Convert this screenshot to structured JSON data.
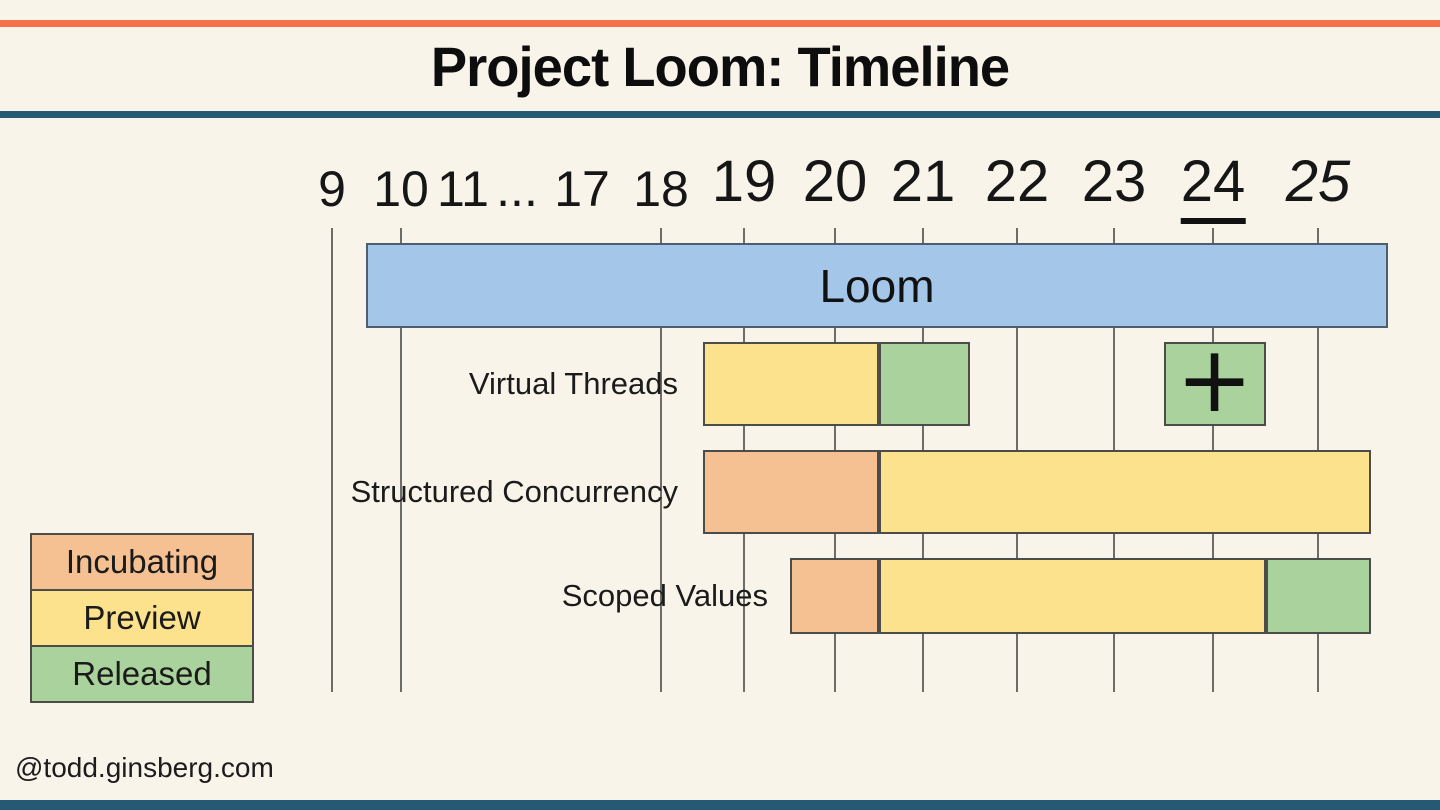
{
  "page": {
    "title": "Project Loom: Timeline",
    "footer": "@todd.ginsberg.com"
  },
  "colors": {
    "background": "#f8f4ea",
    "accent_coral": "#f4714c",
    "accent_navy": "#265a74",
    "project_blue": "#a4c7e9",
    "project_blue_border": "#4e5e6e",
    "incubating": "#f5c192",
    "preview": "#fce28d",
    "released": "#a9d29c",
    "segment_border": "#4c4c48",
    "gridline": "#6d6d68",
    "text": "#161616"
  },
  "legend": {
    "items": [
      {
        "label": "Incubating",
        "status": "incubating"
      },
      {
        "label": "Preview",
        "status": "preview"
      },
      {
        "label": "Released",
        "status": "released"
      }
    ]
  },
  "chart_data": {
    "type": "bar",
    "subtype": "gantt-timeline",
    "title": "Project Loom: Timeline",
    "x_axis": {
      "unit": "JDK version",
      "labels": [
        "9",
        "10",
        "11",
        "...",
        "17",
        "18",
        "19",
        "20",
        "21",
        "22",
        "23",
        "24",
        "25"
      ],
      "underlined_label": "24",
      "italic_label": "25"
    },
    "project_bar": {
      "label": "Loom",
      "from": "10",
      "to": "25+"
    },
    "rows": [
      {
        "label": "Virtual Threads",
        "segments": [
          {
            "status": "preview",
            "from": "19",
            "to": "20"
          },
          {
            "status": "released",
            "from": "21",
            "to": "21"
          },
          {
            "status": "released",
            "from": "24",
            "to": "24",
            "text": "+"
          }
        ]
      },
      {
        "label": "Structured Concurrency",
        "segments": [
          {
            "status": "incubating",
            "from": "19",
            "to": "20"
          },
          {
            "status": "preview",
            "from": "21",
            "to": "25"
          }
        ]
      },
      {
        "label": "Scoped Values",
        "segments": [
          {
            "status": "incubating",
            "from": "20",
            "to": "20"
          },
          {
            "status": "preview",
            "from": "21",
            "to": "24"
          },
          {
            "status": "released",
            "from": "25",
            "to": "25"
          }
        ]
      }
    ],
    "legend_entries": [
      "Incubating",
      "Preview",
      "Released"
    ],
    "grid": true,
    "legend_position": "bottom-left"
  }
}
